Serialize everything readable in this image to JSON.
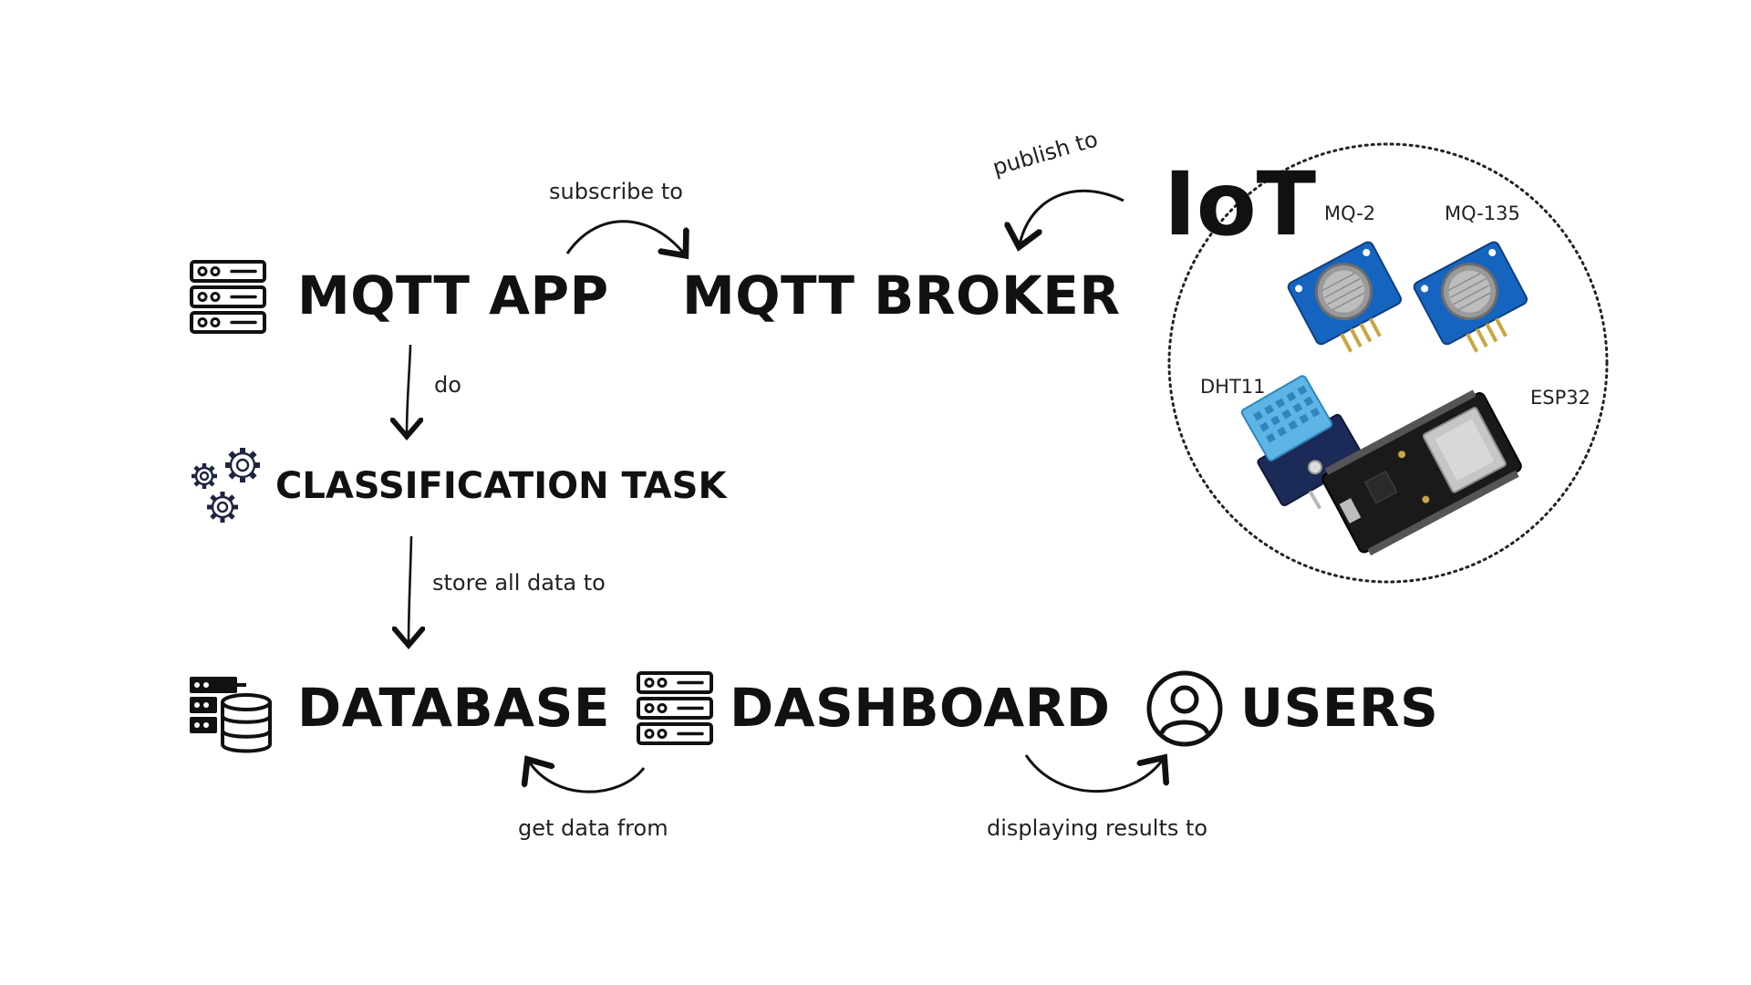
{
  "nodes": {
    "mqtt_app": "MQTT APP",
    "mqtt_broker": "MQTT BROKER",
    "classification_task": "CLASSIFICATION TASK",
    "database": "DATABASE",
    "dashboard": "DASHBOARD",
    "users": "USERS"
  },
  "edges": {
    "subscribe_to": "subscribe to",
    "publish_to": "publish to",
    "do": "do",
    "store_all_data_to": "store all data to",
    "get_data_from": "get data from",
    "displaying_results_to": "displaying results to"
  },
  "iot": {
    "title": "IoT",
    "devices": {
      "mq2": "MQ-2",
      "mq135": "MQ-135",
      "dht11": "DHT11",
      "esp32": "ESP32"
    }
  },
  "icons": [
    "server-icon",
    "gears-icon",
    "database-icon",
    "user-icon"
  ],
  "colors": {
    "ink": "#111111",
    "sensor_board": "#1565c0",
    "dht_body": "#5fb4e6",
    "esp_board": "#1a1a1a"
  }
}
